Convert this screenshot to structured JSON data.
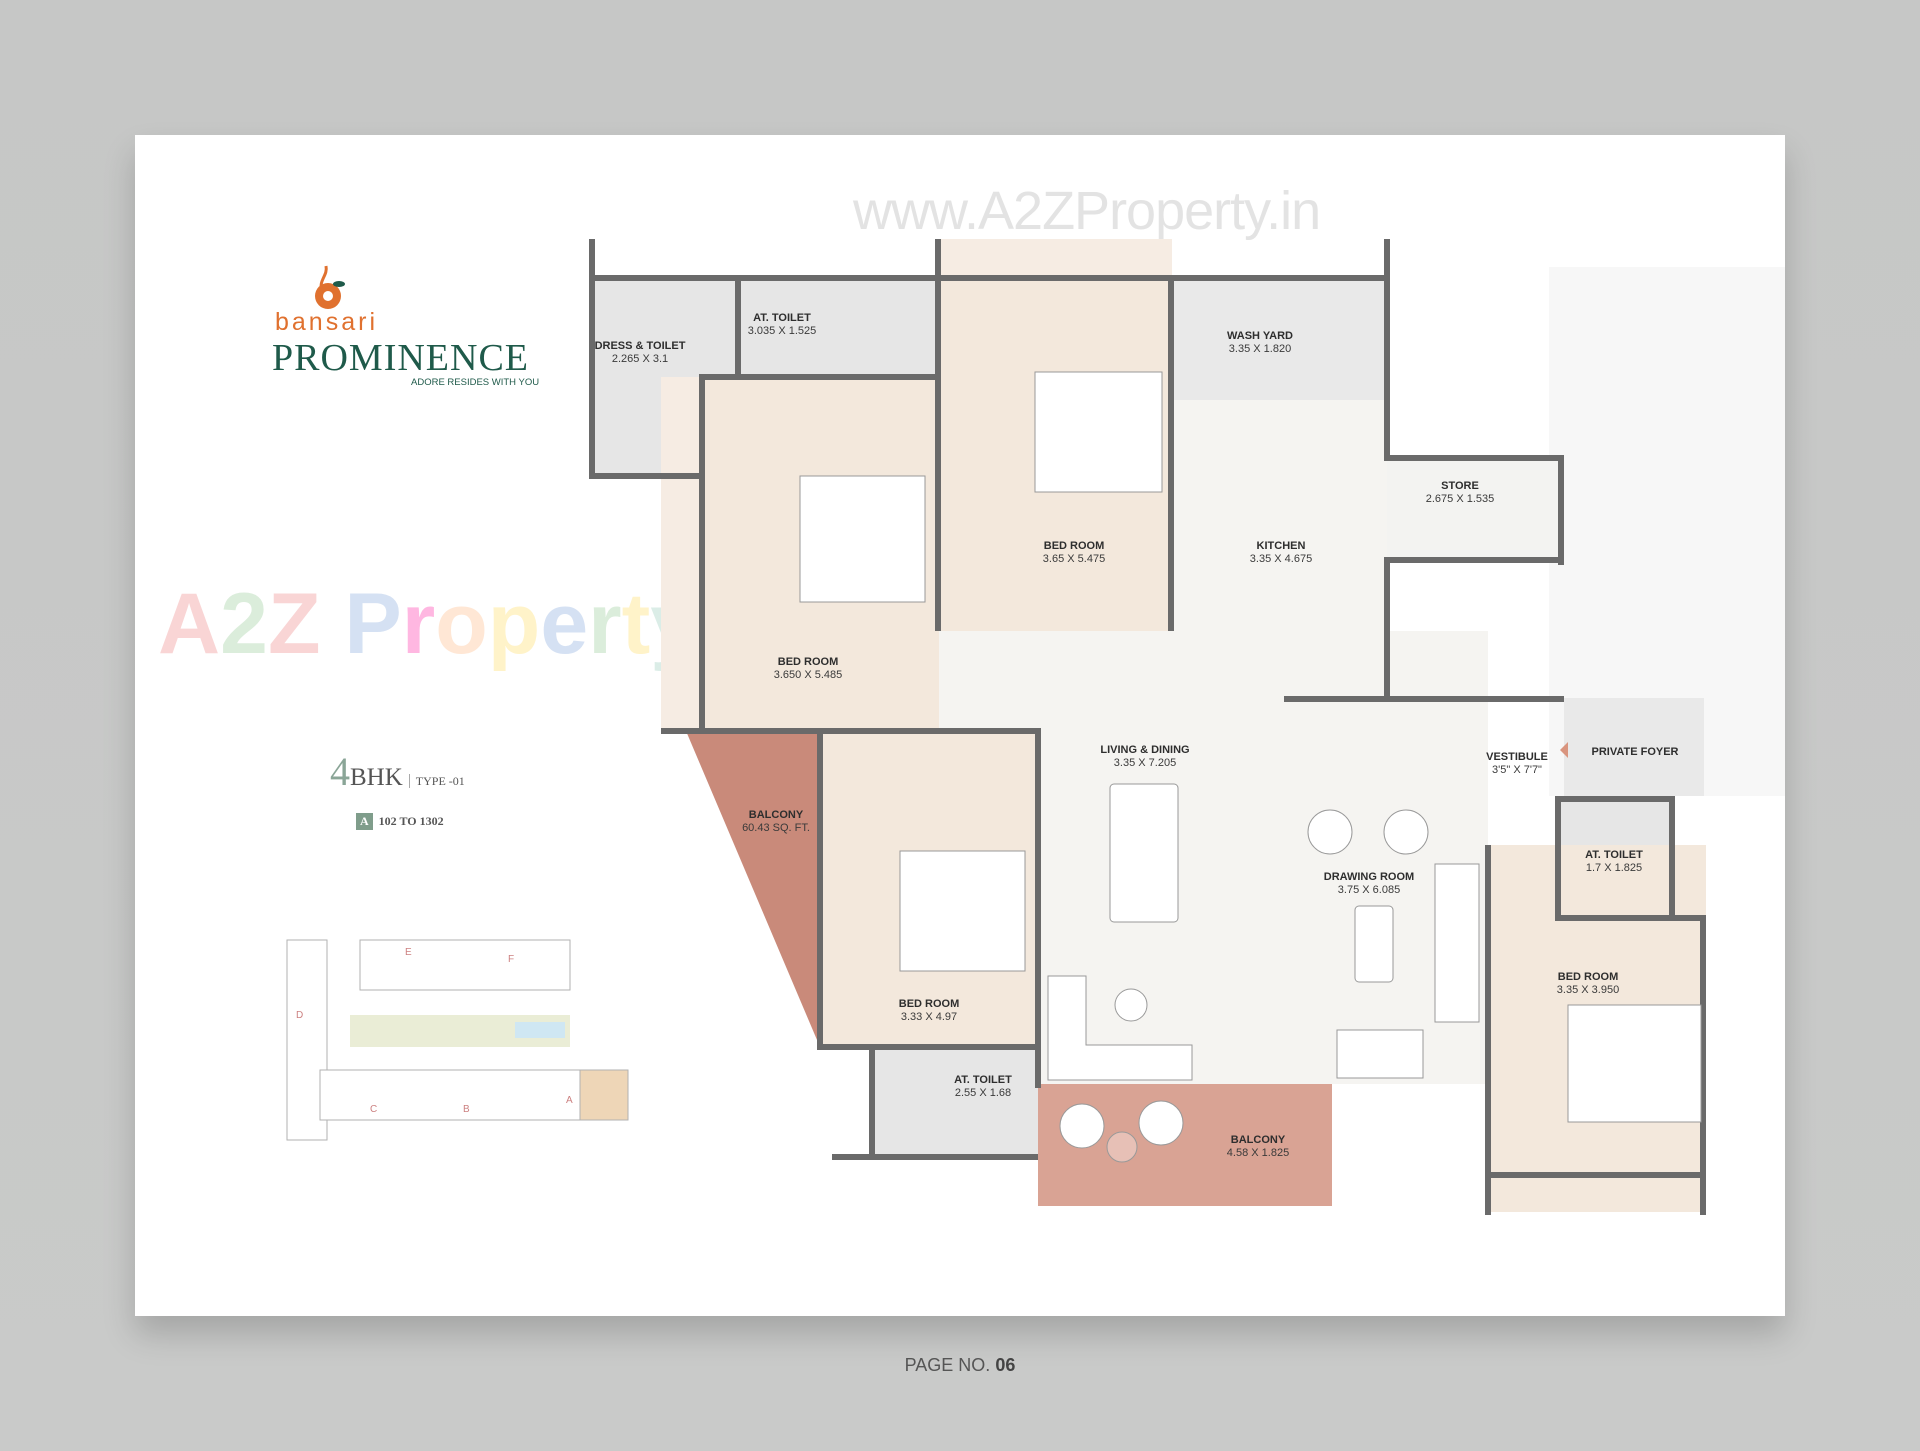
{
  "brand": {
    "name_top": "bansari",
    "name_main": "PROMINENCE",
    "tagline": "ADORE RESIDES WITH YOU",
    "colors": {
      "orange": "#e0712f",
      "green": "#1f5a4a"
    }
  },
  "unit": {
    "bhk_number": "4",
    "bhk_label": "BHK",
    "type": "TYPE -01",
    "tower": "A",
    "range": "102 TO 1302"
  },
  "watermarks": {
    "url": "www.A2ZProperty.in",
    "brand": [
      "A",
      "2",
      "Z",
      " P",
      "r",
      "o",
      "p",
      "e",
      "r",
      "t",
      "y"
    ]
  },
  "rooms": [
    {
      "name": "DRESS & TOILET",
      "dim": "2.265 X 3.1"
    },
    {
      "name": "AT. TOILET",
      "dim": "3.035 X 1.525"
    },
    {
      "name": "BED ROOM",
      "dim": "3.650 X 5.485"
    },
    {
      "name": "BED ROOM",
      "dim": "3.65 X 5.475"
    },
    {
      "name": "WASH YARD",
      "dim": "3.35 X 1.820"
    },
    {
      "name": "KITCHEN",
      "dim": "3.35 X 4.675"
    },
    {
      "name": "STORE",
      "dim": "2.675 X 1.535"
    },
    {
      "name": "LIVING & DINING",
      "dim": "3.35 X 7.205"
    },
    {
      "name": "VESTIBULE",
      "dim": "3'5\" X 7'7\""
    },
    {
      "name": "PRIVATE FOYER",
      "dim": ""
    },
    {
      "name": "BALCONY",
      "dim": "60.43 SQ. FT."
    },
    {
      "name": "DRAWING ROOM",
      "dim": "3.75 X 6.085"
    },
    {
      "name": "AT. TOILET",
      "dim": "1.7 X 1.825"
    },
    {
      "name": "BED ROOM",
      "dim": "3.33 X 4.97"
    },
    {
      "name": "BED ROOM",
      "dim": "3.35 X 3.950"
    },
    {
      "name": "AT. TOILET",
      "dim": "2.55 X 1.68"
    },
    {
      "name": "BALCONY",
      "dim": "4.58 X 1.825"
    }
  ],
  "key_plan": {
    "wings": [
      "A",
      "B",
      "C",
      "D",
      "E",
      "F"
    ],
    "highlight_color": "#e9c9a0"
  },
  "footer": {
    "page_label": "PAGE NO.",
    "page_number": "06"
  }
}
